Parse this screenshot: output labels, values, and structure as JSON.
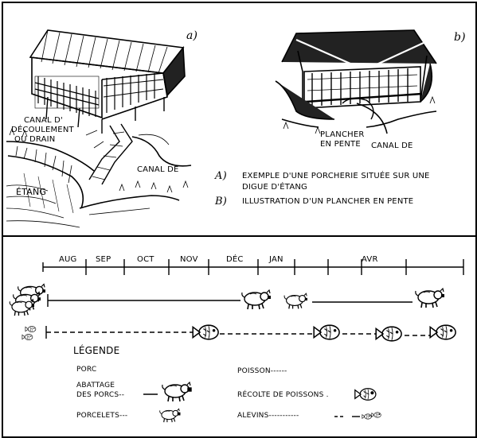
{
  "top": {
    "panel_a": {
      "letter": "a)",
      "label_drain": [
        "CANAL D'",
        "DÉCOULEMENT",
        "OU DRAIN"
      ],
      "label_canal": "CANAL DE",
      "label_etang": "ÉTANG"
    },
    "panel_b": {
      "letter": "b)",
      "label_plancher": [
        "PLANCHER",
        "EN PENTE"
      ],
      "label_canal": "CANAL DE"
    },
    "captions": [
      {
        "key": "A)",
        "text": "EXEMPLE D'UNE PORCHERIE SITUÉE SUR UNE",
        "text2": "DIGUE D'ÉTANG"
      },
      {
        "key": "B)",
        "text": "ILLUSTRATION D'UN PLANCHER EN PENTE"
      }
    ]
  },
  "timeline": {
    "months": [
      "AUG",
      "SEP",
      "OCT",
      "NOV",
      "DÉC",
      "JAN",
      "AVR"
    ]
  },
  "legend": {
    "title": "LÉGENDE",
    "porc": "PORC",
    "abattage": [
      "ABATTAGE",
      "DES PORCS--"
    ],
    "porcelets": "PORCELETS---",
    "poisson": "POISSON------",
    "recolte": "RÉCOLTE DE POISSONS .",
    "alevins": "ALEVINS-----------"
  }
}
